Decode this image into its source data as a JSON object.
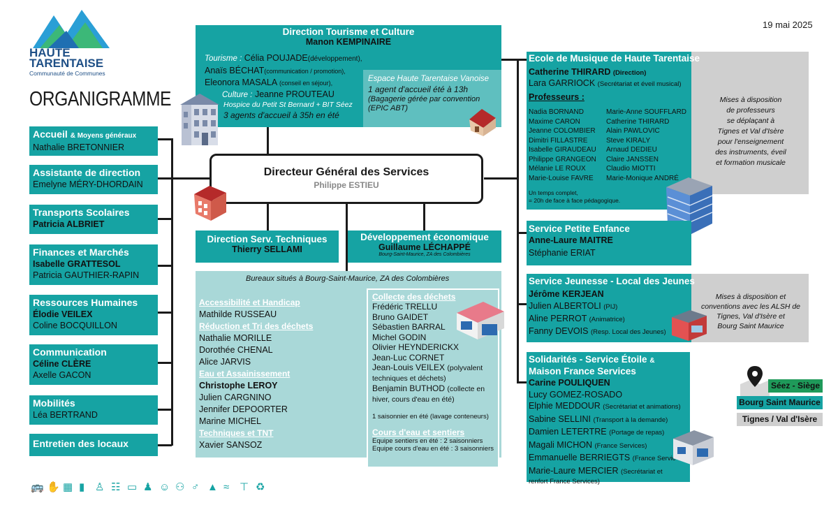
{
  "date": "19 mai 2025",
  "logo": {
    "line1": "HAUTE",
    "line2": "TARENTAISE",
    "line3": "Communauté de Communes"
  },
  "page_title": "ORGANIGRAMME",
  "dgs": {
    "title": "Directeur Général des Services",
    "name": "Philippe ESTIEU"
  },
  "tourisme": {
    "title": "Direction Tourisme et Culture",
    "name": "Manon KEMPINAIRE",
    "tourisme_label": "Tourisme :",
    "lines": [
      {
        "name": "Célia POUJADE",
        "role": "(développement),"
      },
      {
        "name": "Anaïs BÉCHAT",
        "role": "(communication / promotion),"
      },
      {
        "name": "Eleonora MASALA",
        "role": "(conseil en séjour),"
      }
    ],
    "culture_label": "Culture :",
    "culture_name": "Jeanne PROUTEAU",
    "hospice_title": "Hospice du Petit St Bernard + BIT Séez",
    "hospice_text": "3 agents d'accueil à 35h en été",
    "espace_title": "Espace Haute Tarentaise Vanoise",
    "espace_line1": "1 agent d'accueil été à 13h",
    "espace_line2": "(Bagagerie gérée par convention",
    "espace_line3": "(EPIC ABT)"
  },
  "left_boxes": [
    {
      "title": "Accueil",
      "title_small": "& Moyens généraux",
      "names": [
        "Nathalie BRETONNIER"
      ],
      "bold": [
        false
      ]
    },
    {
      "title": "Assistante de direction",
      "names": [
        "Emelyne MÉRY-DHORDAIN"
      ],
      "bold": [
        false
      ]
    },
    {
      "title": "Transports Scolaires",
      "names": [
        "Patricia ALBRIET"
      ],
      "bold": [
        true
      ]
    },
    {
      "title": "Finances et Marchés",
      "names": [
        "Isabelle GRATTESOL",
        "Patricia GAUTHIER-RAPIN"
      ],
      "bold": [
        true,
        false
      ]
    },
    {
      "title": "Ressources Humaines",
      "names": [
        "Élodie VEILEX",
        "Coline BOCQUILLON"
      ],
      "bold": [
        true,
        false
      ]
    },
    {
      "title": "Communication",
      "names": [
        "Céline CLÈRE",
        "Axelle GACON"
      ],
      "bold": [
        true,
        false
      ]
    },
    {
      "title": "Mobilités",
      "names": [
        "Léa BERTRAND"
      ],
      "bold": [
        false
      ]
    },
    {
      "title": "Entretien des locaux",
      "names": [],
      "bold": []
    }
  ],
  "tech": {
    "title": "Direction Serv. Techniques",
    "name": "Thierry SELLAMI"
  },
  "eco": {
    "title": "Développement économique",
    "name": "Guillaume LÉCHAPPÉ",
    "sub": "Bourg-Saint-Maurice, ZA des Colombières"
  },
  "bureaux": "Bureaux situés à Bourg-Saint-Maurice, ZA des Colombières",
  "sections_left": [
    {
      "title": "Accessibilité et Handicap",
      "names": [
        {
          "n": "Mathilde RUSSEAU",
          "b": false
        }
      ]
    },
    {
      "title": "Réduction et Tri des déchets",
      "names": [
        {
          "n": "Nathalie MORILLE",
          "b": false
        },
        {
          "n": "Dorothée CHENAL",
          "b": false
        },
        {
          "n": "Alice JARVIS",
          "b": false
        }
      ]
    },
    {
      "title": "Eau et Assainissement",
      "names": [
        {
          "n": "Christophe LEROY",
          "b": true
        },
        {
          "n": "Julien CARGNINO",
          "b": false
        },
        {
          "n": "Jennifer DEPOORTER",
          "b": false
        },
        {
          "n": "Marine MICHEL",
          "b": false
        }
      ]
    },
    {
      "title": "Techniques et TNT",
      "names": [
        {
          "n": "Xavier SANSOZ",
          "b": false
        }
      ]
    }
  ],
  "collecte": {
    "title": "Collecte des déchets",
    "names": [
      "Frédéric TRELLU",
      "Bruno GAIDET",
      "Sébastien BARRAL",
      "Michel GODIN",
      "Olivier HEYNDERICKX",
      "Jean-Luc CORNET"
    ],
    "veilex": "Jean-Louis VEILEX",
    "veilex_role1": "(polyvalent",
    "veilex_role2": "techniques et déchets)",
    "buthod": "Benjamin BUTHOD",
    "buthod_role1": "(collecte en",
    "buthod_role2": "hiver, cours d'eau en été)",
    "saisonnier": "1 saisonnier en été (lavage conteneurs)"
  },
  "cours": {
    "title": "Cours d'eau et sentiers",
    "line1": "Equipe sentiers en été : 2 saisonniers",
    "line2": "Equipe cours d'eau en été : 3 saisonniers"
  },
  "musique": {
    "title": "Ecole de Musique de Haute Tarentaise",
    "director": "Catherine THIRARD",
    "director_role": "(Direction)",
    "secretary": "Lara GARRIOCK",
    "secretary_role": "(Secrétariat et éveil musical)",
    "prof_title": "Professeurs :",
    "prof_col1": [
      "Nadia BORNAND",
      "Maxime CARON",
      "Jeanne COLOMBIER",
      "Dimitri FILLASTRE",
      "Isabelle GIRAUDEAU",
      "Philippe GRANGEON",
      "Mélanie LE ROUX",
      "Marie-Louise FAVRE"
    ],
    "prof_col2": [
      "Marie-Anne SOUFFLARD",
      "Catherine THIRARD",
      "Alain PAWLOVIC",
      "Steve KIRALY",
      "Arnaud DEDIEU",
      "Claire JANSSEN",
      "Claudio MIOTTI",
      "Marie-Monique ANDRÉ"
    ],
    "note1": "Un temps complet,",
    "note2": "= 20h de face à face pédagogique.",
    "side": [
      "Mises à disposition",
      "de professeurs",
      "se déplaçant à",
      "Tignes et Val d'Isère",
      "pour l'enseignement",
      "des instruments, éveil",
      "et formation musicale"
    ]
  },
  "petite_enfance": {
    "title": "Service Petite Enfance",
    "names": [
      "Anne-Laure MAITRE",
      "Stéphanie ERIAT"
    ]
  },
  "jeunesse": {
    "title": "Service Jeunesse - Local des Jeunes",
    "head": "Jérôme KERJEAN",
    "rows": [
      {
        "n": "Julien ALBERTOLI",
        "r": "(PIJ)"
      },
      {
        "n": "Aline PERROT",
        "r": "(Animatrice)"
      },
      {
        "n": "Fanny DEVOIS",
        "r": "(Resp. Local des Jeunes)"
      }
    ],
    "side": [
      "Mises à disposition et",
      "conventions avec les ALSH de",
      "Tignes, Val d'Isère et",
      "Bourg Saint Maurice"
    ]
  },
  "solidarites": {
    "title1": "Solidarités - Service Étoile",
    "amp": "&",
    "title2": "Maison France Services",
    "head": "Carine POULIQUEN",
    "rows": [
      {
        "n": "Lucy GOMEZ-ROSADO",
        "r": ""
      },
      {
        "n": "Elphie MEDDOUR",
        "r": "(Secrétariat et animations)"
      },
      {
        "n": "Sabine SELLINI",
        "r": "(Transport à la demande)"
      },
      {
        "n": "Damien LETERTRE",
        "r": "(Portage de repas)"
      },
      {
        "n": "Magali MICHON",
        "r": "(France Services)"
      },
      {
        "n": "Emmanuelle BERRIEGTS",
        "r": "(France Servic"
      },
      {
        "n": "Marie-Laure MERCIER",
        "r": "(Secrétariat et"
      }
    ],
    "last": "renfort France Services)"
  },
  "locations": [
    "Séez - Siège",
    "Bourg Saint Maurice",
    "Tignes / Val d'Isère"
  ],
  "colors": {
    "teal": "#16a3a3",
    "light": "#a9d8d8",
    "gray": "#cfcfcf",
    "dark_label": "#222222"
  },
  "footer_icons": [
    "bus-icon",
    "hands-icon",
    "building-icon",
    "chart-icon",
    "elderly-icon",
    "meeting-icon",
    "computer-icon",
    "family-icon",
    "group-icon",
    "network-icon",
    "people-icon",
    "mountain-icon",
    "pool-icon",
    "org-icon",
    "recycle-icon"
  ]
}
